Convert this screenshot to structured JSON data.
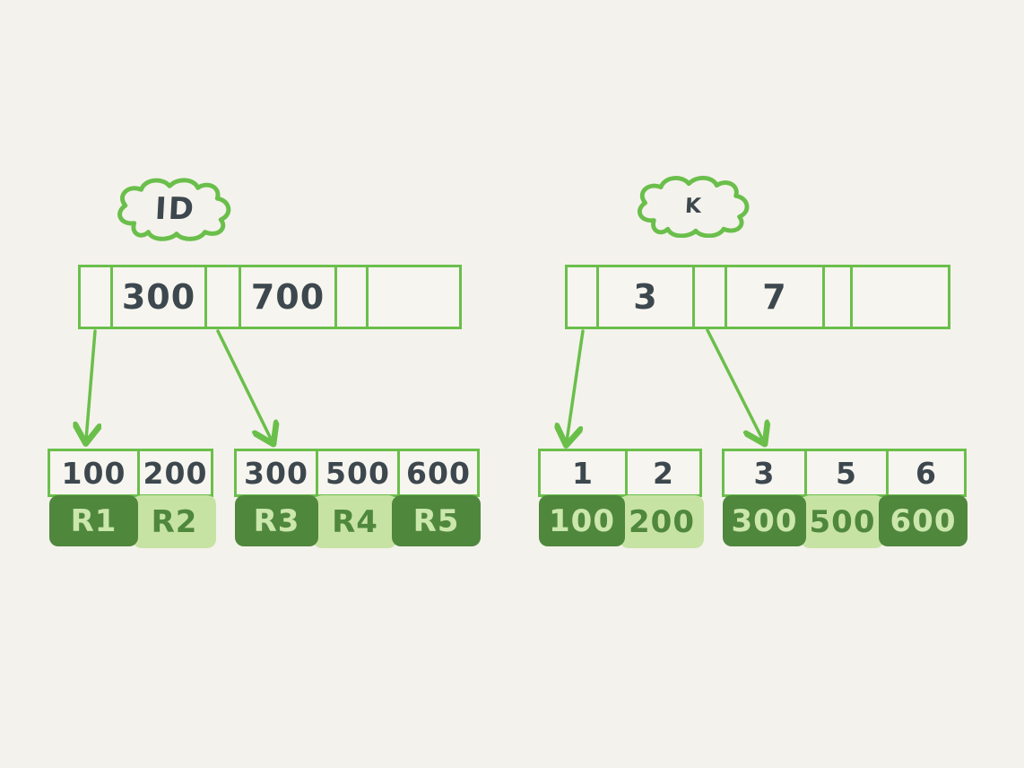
{
  "colors": {
    "bg": "#f4f2ec",
    "outline": "#6abf4b",
    "ink": "#3d474e",
    "dark_fill": "#4f873d",
    "light_fill": "#c7e3a4",
    "text_on_dark": "#cbe7ab",
    "text_on_light": "#4f873d"
  },
  "left_tree": {
    "label": "ID",
    "root_keys": [
      "300",
      "700"
    ],
    "leaves": [
      {
        "keys": [
          "100",
          "200"
        ],
        "records": [
          {
            "label": "R1",
            "shade": "dark"
          },
          {
            "label": "R2",
            "shade": "light"
          }
        ]
      },
      {
        "keys": [
          "300",
          "500",
          "600"
        ],
        "records": [
          {
            "label": "R3",
            "shade": "dark"
          },
          {
            "label": "R4",
            "shade": "light"
          },
          {
            "label": "R5",
            "shade": "dark"
          }
        ]
      }
    ]
  },
  "right_tree": {
    "label": "K",
    "root_keys": [
      "3",
      "7"
    ],
    "leaves": [
      {
        "keys": [
          "1",
          "2"
        ],
        "records": [
          {
            "label": "100",
            "shade": "dark"
          },
          {
            "label": "200",
            "shade": "light"
          }
        ]
      },
      {
        "keys": [
          "3",
          "5",
          "6"
        ],
        "records": [
          {
            "label": "300",
            "shade": "dark"
          },
          {
            "label": "500",
            "shade": "light"
          },
          {
            "label": "600",
            "shade": "dark"
          }
        ]
      }
    ]
  }
}
